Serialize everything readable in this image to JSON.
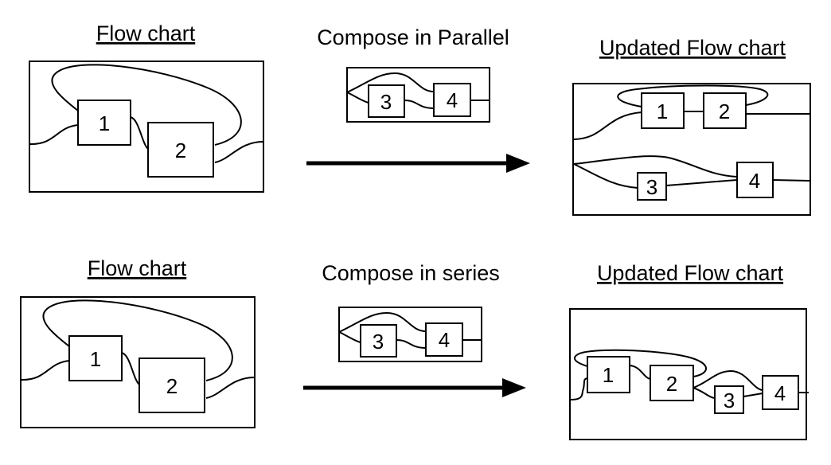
{
  "rows": [
    {
      "source_title": "Flow chart",
      "operation_title": "Compose in Parallel",
      "result_title": "Updated Flow chart"
    },
    {
      "source_title": "Flow chart",
      "operation_title": "Compose in series",
      "result_title": "Updated Flow chart"
    }
  ],
  "labels": {
    "b1": "1",
    "b2": "2",
    "b3": "3",
    "b4": "4"
  }
}
